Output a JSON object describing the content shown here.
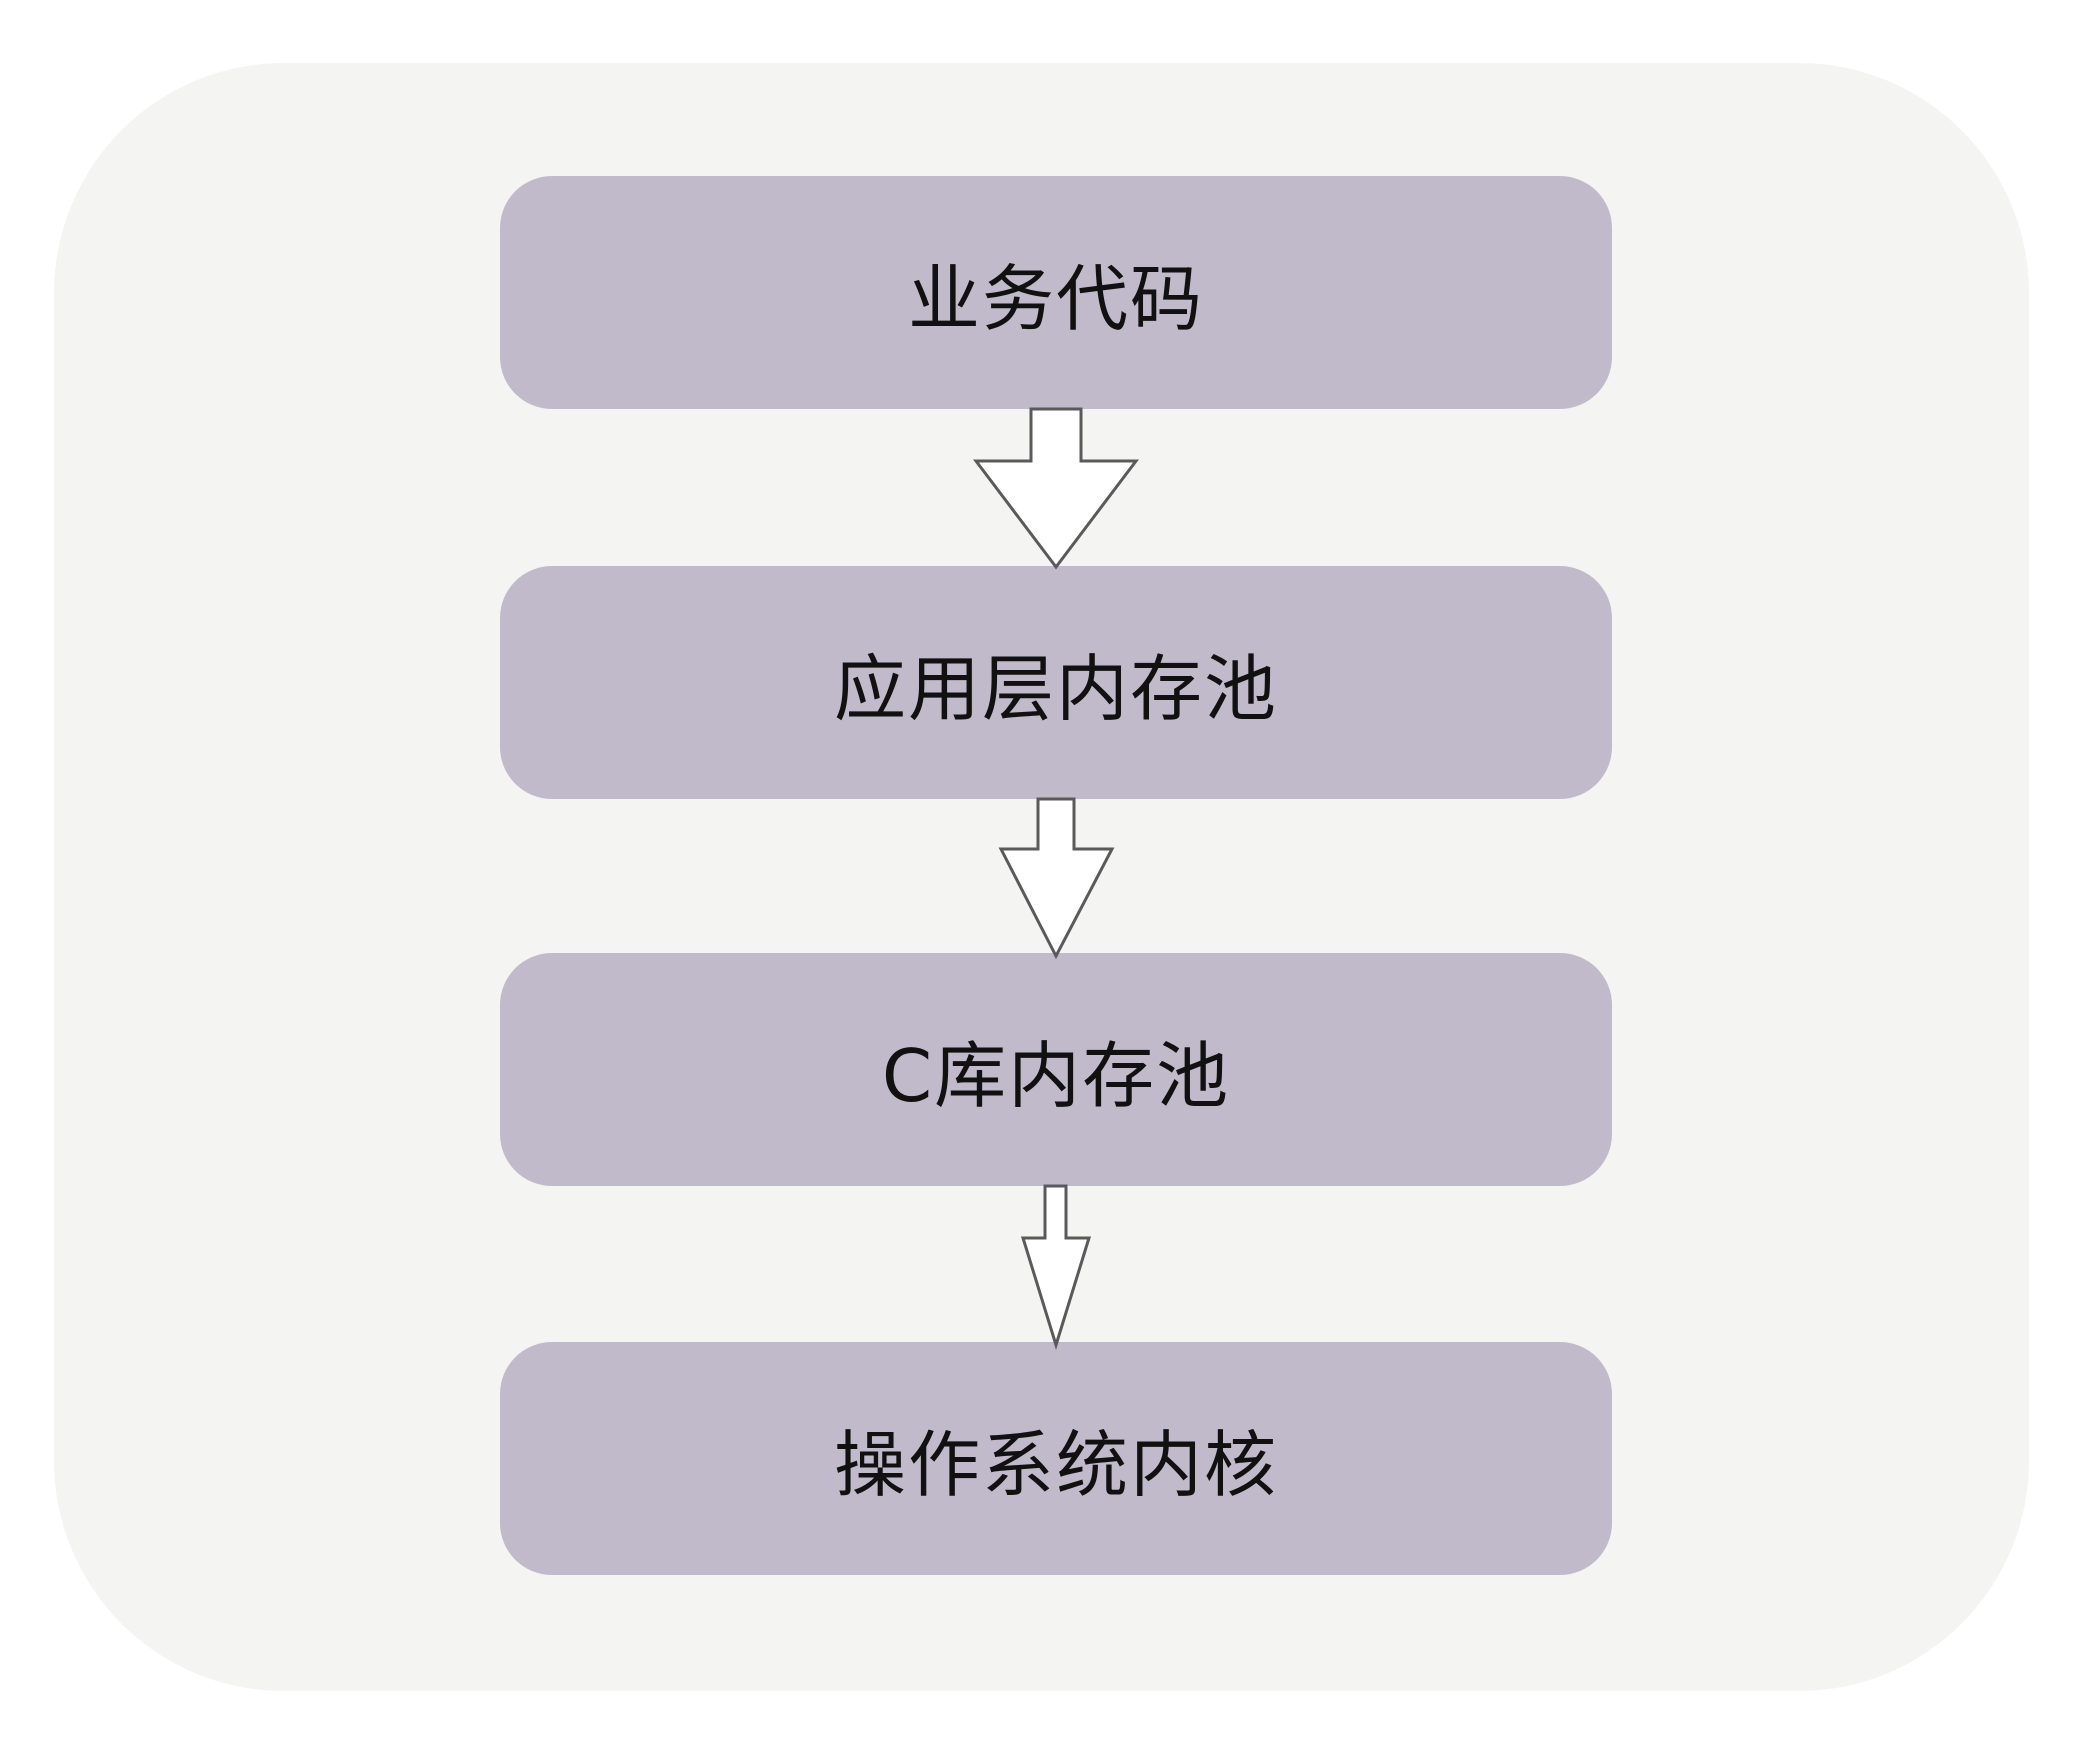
{
  "diagram": {
    "nodes": [
      {
        "id": "n1",
        "label": "业务代码"
      },
      {
        "id": "n2",
        "label": "应用层内存池"
      },
      {
        "id": "n3",
        "label": "C库内存池"
      },
      {
        "id": "n4",
        "label": "操作系统内核"
      }
    ],
    "edges": [
      {
        "from": "n1",
        "to": "n2"
      },
      {
        "from": "n2",
        "to": "n3"
      },
      {
        "from": "n3",
        "to": "n4"
      }
    ],
    "colors": {
      "background": "#f4f4f2",
      "node_fill": "#c0bacb",
      "arrow_fill": "#ffffff",
      "arrow_stroke": "#5a5a5a",
      "text": "#111111"
    }
  }
}
